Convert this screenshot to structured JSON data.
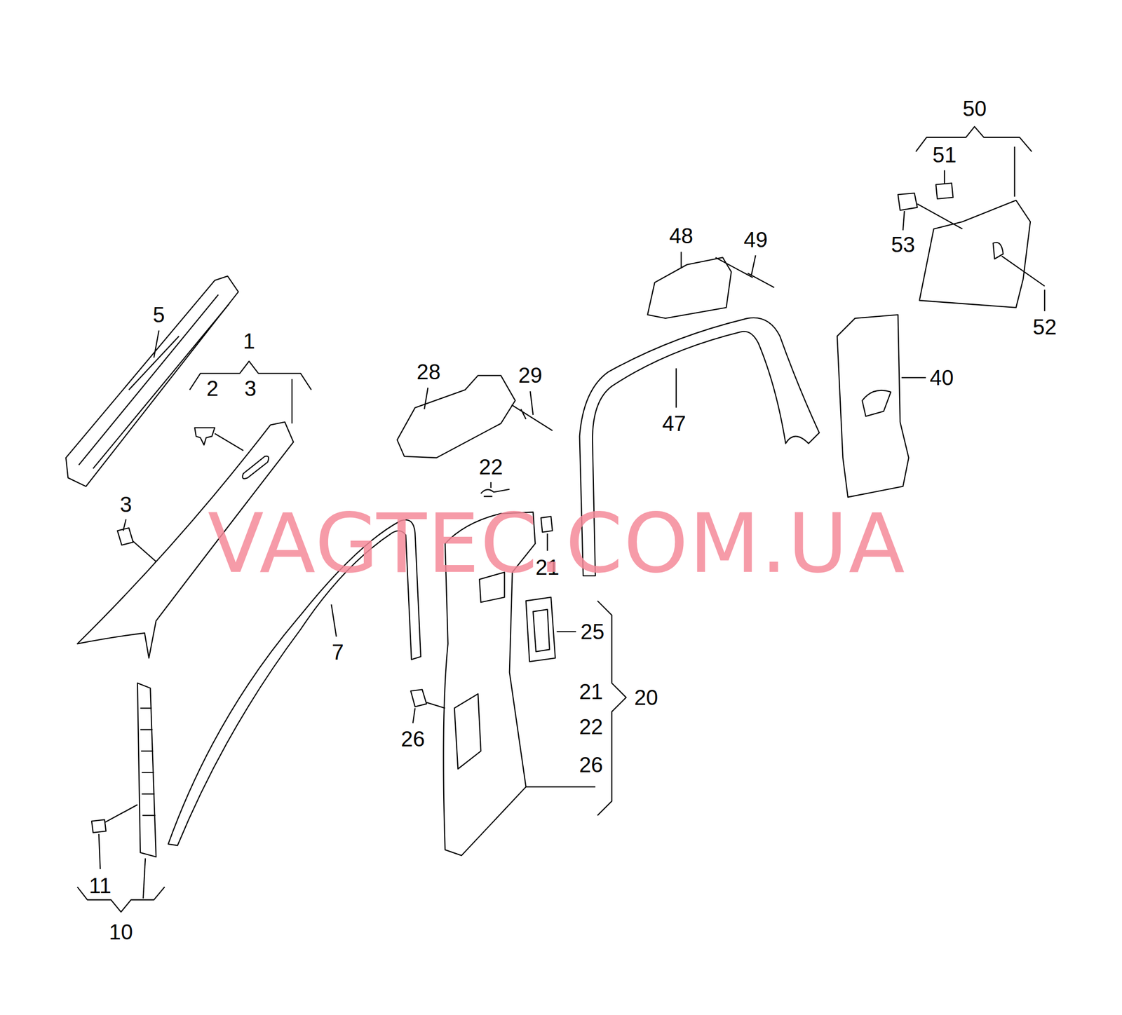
{
  "diagram": {
    "labels": [
      "50",
      "51",
      "53",
      "52",
      "48",
      "49",
      "5",
      "1",
      "2",
      "3",
      "3",
      "28",
      "29",
      "40",
      "47",
      "22",
      "21",
      "VAGTEC.COM.UA",
      "25",
      "7",
      "21",
      "20",
      "22",
      "26",
      "26",
      "11",
      "10"
    ]
  }
}
